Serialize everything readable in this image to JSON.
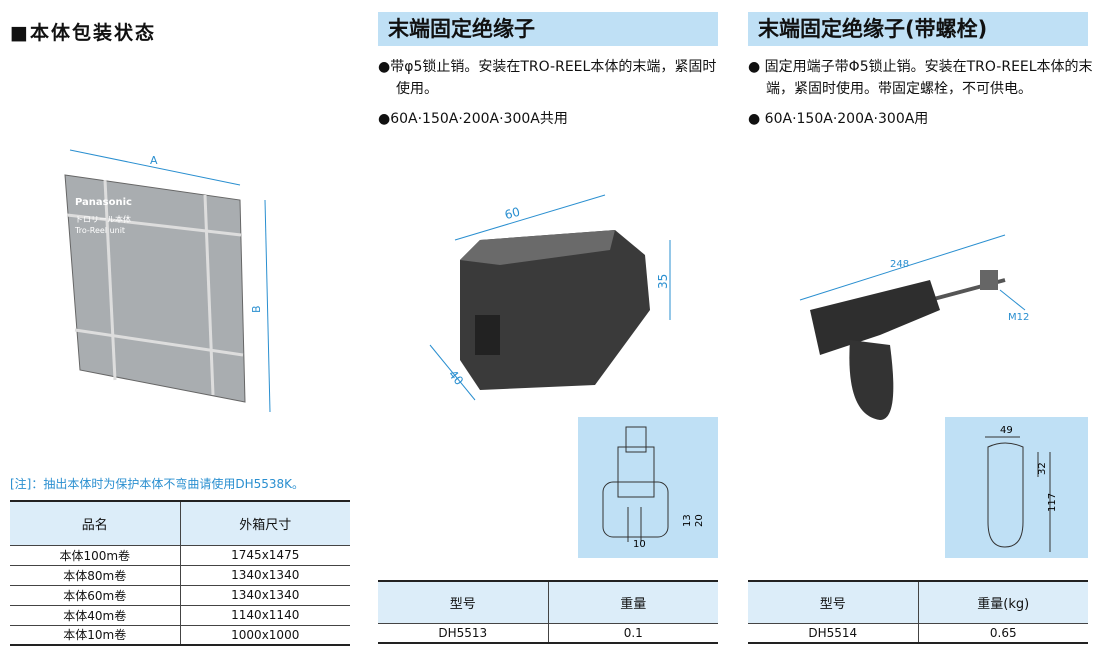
{
  "left": {
    "heading": "■本体包装状态",
    "box_labels": {
      "dim_a": "A",
      "dim_b": "B",
      "brand": "Panasonic",
      "product_jp": "トロリール本体",
      "product_en": "Tro-Reel unit"
    },
    "note": "[注]：抽出本体时为保护本体不弯曲请使用DH5538K。",
    "table": {
      "headers": [
        "品名",
        "外箱尺寸"
      ],
      "rows": [
        [
          "本体100m卷",
          "1745x1475"
        ],
        [
          "本体80m卷",
          "1340x1340"
        ],
        [
          "本体60m卷",
          "1340x1340"
        ],
        [
          "本体40m卷",
          "1140x1140"
        ],
        [
          "本体10m卷",
          "1000x1000"
        ]
      ]
    }
  },
  "middle": {
    "title": "末端固定绝缘子",
    "bullets": [
      "带φ5锁止销。安装在TRO-REEL本体的末端，紧固时使用。",
      "60A·150A·200A·300A共用"
    ],
    "dims": {
      "d1": "60",
      "d2": "35",
      "d3": "40",
      "d4": "13",
      "d5": "20",
      "d6": "10"
    },
    "table": {
      "headers": [
        "型号",
        "重量"
      ],
      "rows": [
        [
          "DH5513",
          "0.1"
        ]
      ]
    }
  },
  "right": {
    "title": "末端固定绝缘子(带螺栓)",
    "bullets": [
      "固定用端子带Φ5锁止销。安装在TRO-REEL本体的末端，紧固时使用。带固定螺栓，不可供电。",
      "60A·150A·200A·300A用"
    ],
    "dims": {
      "d1": "248",
      "d2": "M12",
      "d3": "49",
      "d4": "32",
      "d5": "117"
    },
    "table": {
      "headers": [
        "型号",
        "重量(kg)"
      ],
      "rows": [
        [
          "DH5514",
          "0.65"
        ]
      ]
    }
  }
}
